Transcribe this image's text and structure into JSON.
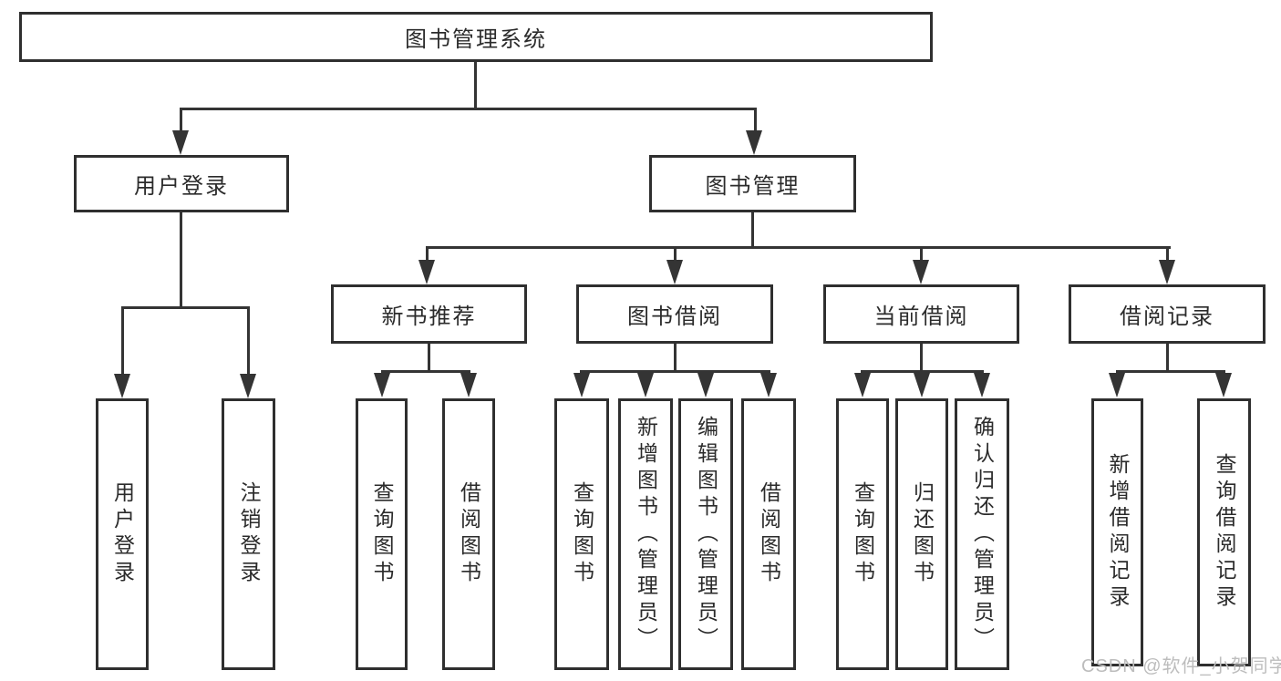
{
  "diagram": {
    "title": "图书管理系统",
    "watermark": "CSDN @软件_小贺同学",
    "colors": {
      "line": "#343434",
      "border": "#2f2f2f",
      "text": "#2b2b2b",
      "background": "#ffffff",
      "watermark": "#bdbdbd"
    },
    "root": {
      "label": "图书管理系统"
    },
    "branches": [
      {
        "label": "用户登录",
        "children": [
          {
            "label": "用户登录"
          },
          {
            "label": "注销登录"
          }
        ]
      },
      {
        "label": "图书管理",
        "children": [
          {
            "label": "新书推荐",
            "children": [
              {
                "label": "查询图书"
              },
              {
                "label": "借阅图书"
              }
            ]
          },
          {
            "label": "图书借阅",
            "children": [
              {
                "label": "查询图书"
              },
              {
                "label": "新增图书（管理员）"
              },
              {
                "label": "编辑图书（管理员）"
              },
              {
                "label": "借阅图书"
              }
            ]
          },
          {
            "label": "当前借阅",
            "children": [
              {
                "label": "查询图书"
              },
              {
                "label": "归还图书"
              },
              {
                "label": "确认归还（管理员）"
              }
            ]
          },
          {
            "label": "借阅记录",
            "children": [
              {
                "label": "新增借阅记录"
              },
              {
                "label": "查询借阅记录"
              }
            ]
          }
        ]
      }
    ]
  }
}
